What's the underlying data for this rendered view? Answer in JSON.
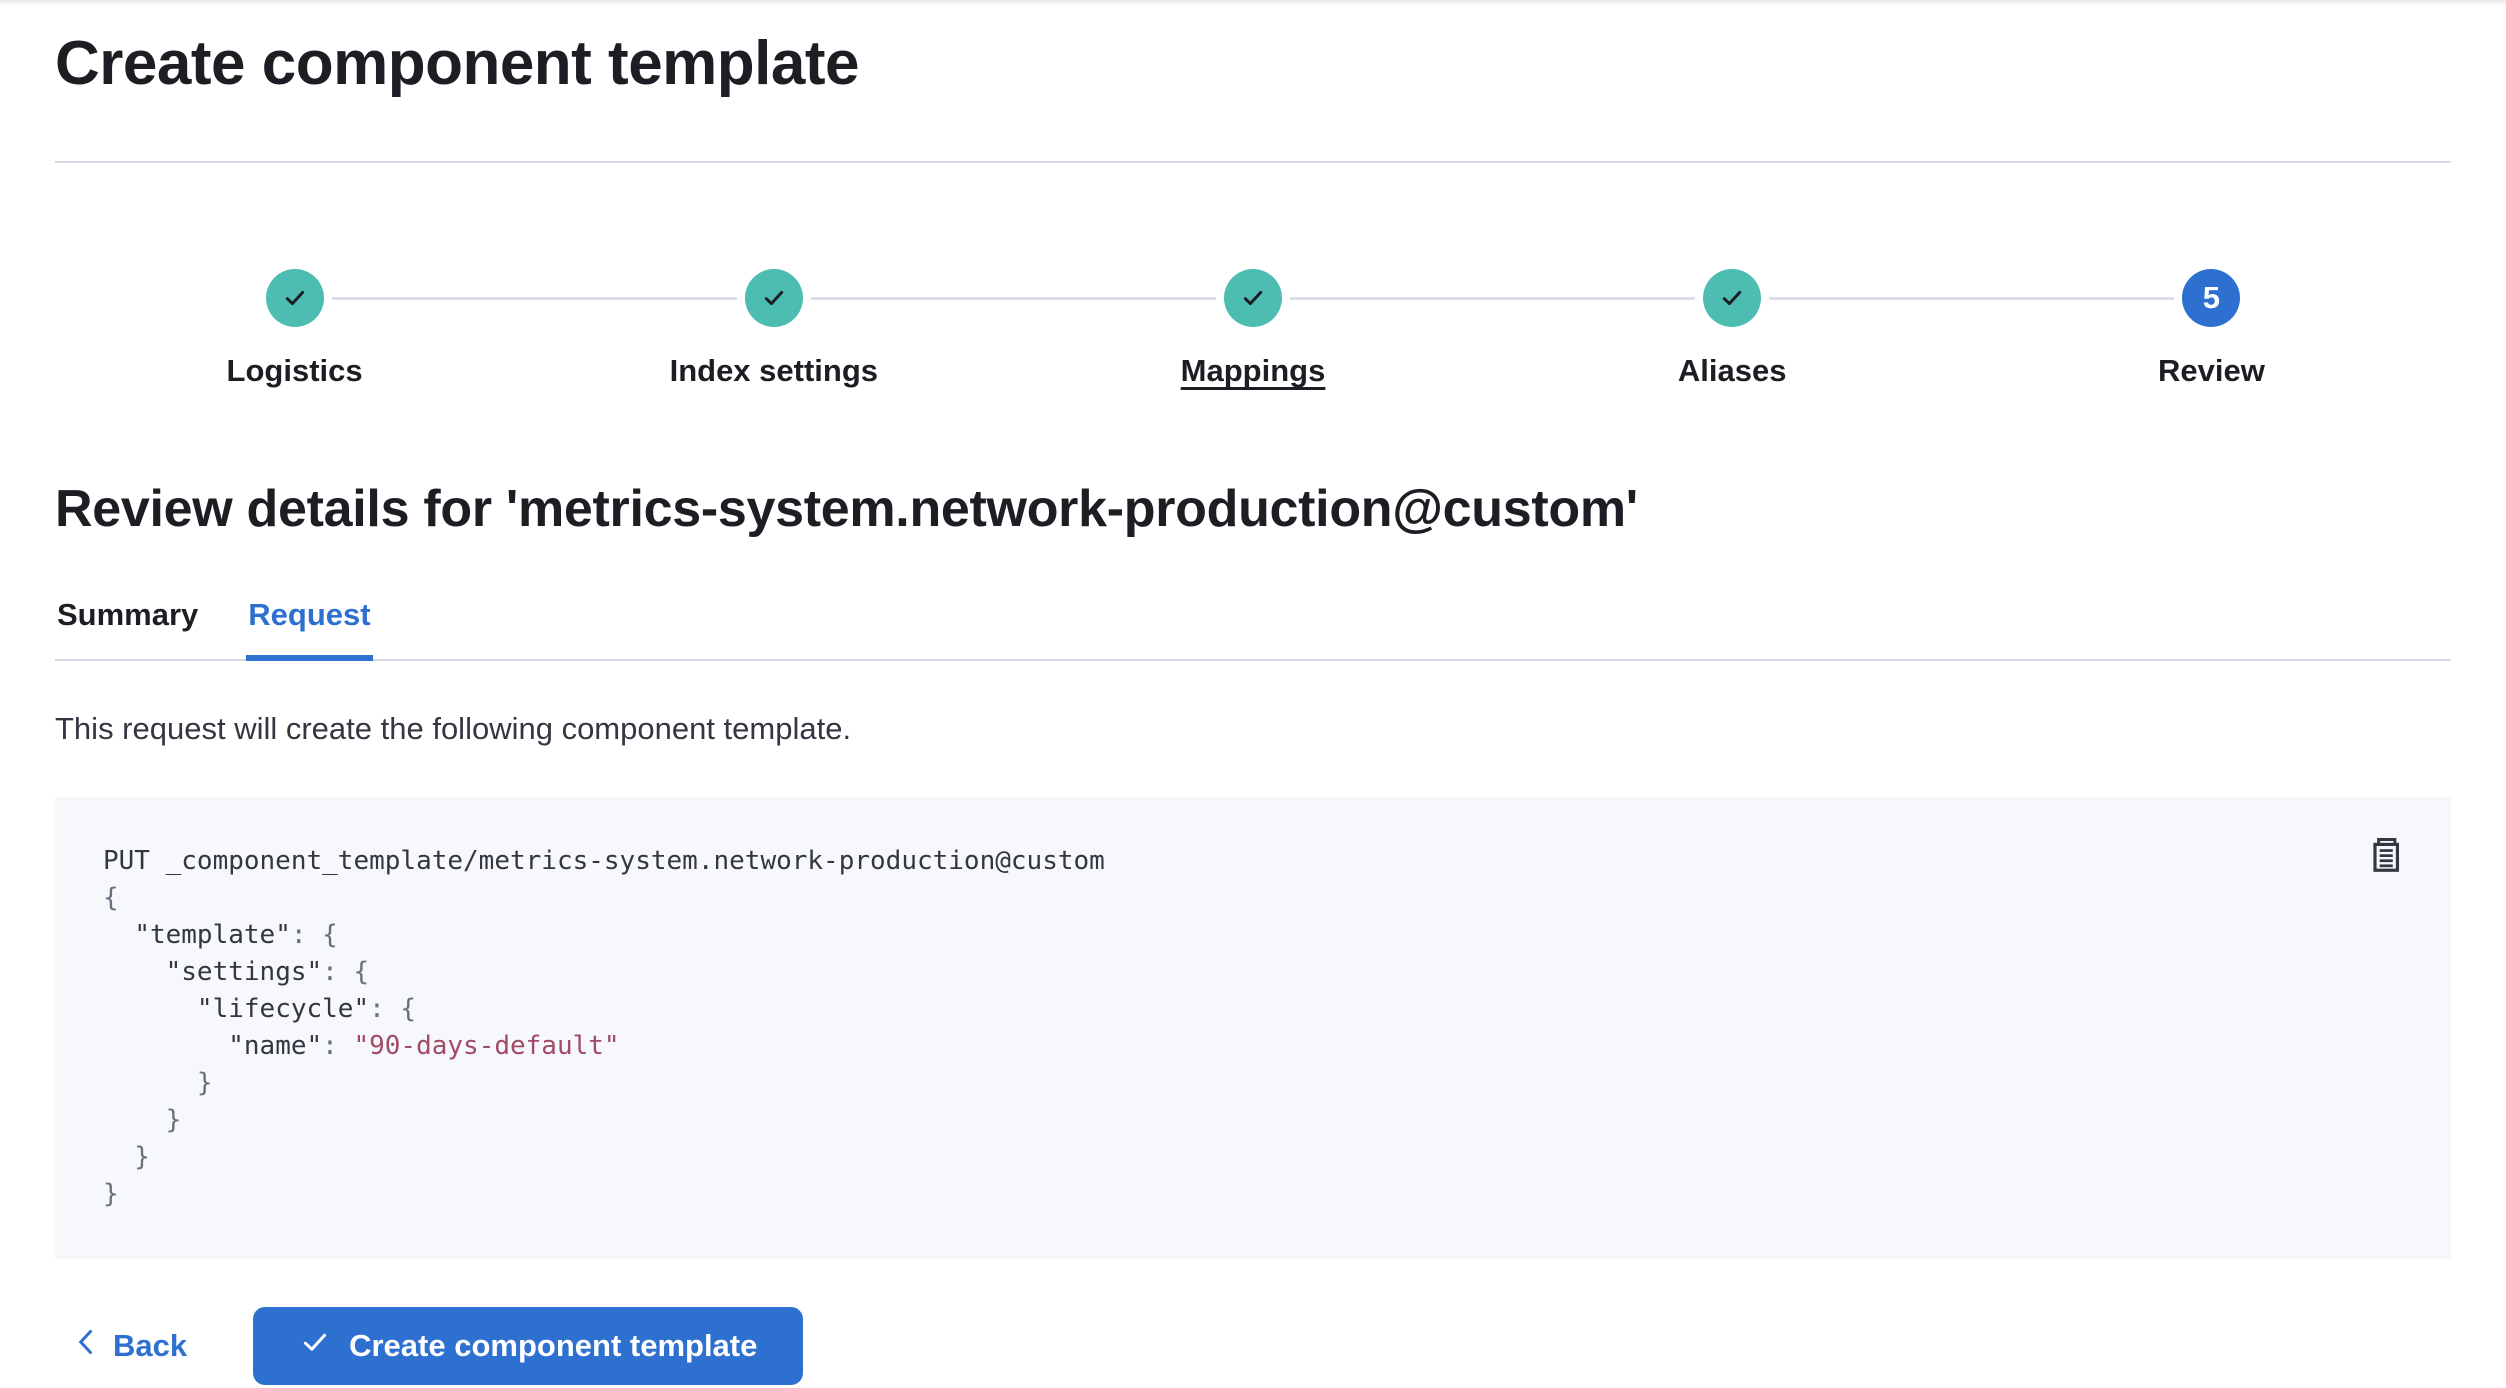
{
  "page": {
    "title": "Create component template"
  },
  "stepper": {
    "steps": [
      {
        "label": "Logistics",
        "status": "complete",
        "underlined": false
      },
      {
        "label": "Index settings",
        "status": "complete",
        "underlined": false
      },
      {
        "label": "Mappings",
        "status": "complete",
        "underlined": true
      },
      {
        "label": "Aliases",
        "status": "complete",
        "underlined": false
      },
      {
        "label": "Review",
        "status": "current",
        "number": "5",
        "underlined": false
      }
    ]
  },
  "review": {
    "heading": "Review details for 'metrics-system.network-production@custom'",
    "tabs": [
      {
        "label": "Summary",
        "active": false
      },
      {
        "label": "Request",
        "active": true
      }
    ],
    "description": "This request will create the following component template."
  },
  "code": {
    "copy_icon": "copy-clipboard-icon",
    "lines": [
      [
        {
          "t": "plain",
          "v": "PUT _component_template/metrics-system.network-production@custom"
        }
      ],
      [
        {
          "t": "p",
          "v": "{"
        }
      ],
      [
        {
          "t": "p",
          "v": "  "
        },
        {
          "t": "k",
          "v": "\"template\""
        },
        {
          "t": "p",
          "v": ": {"
        }
      ],
      [
        {
          "t": "p",
          "v": "    "
        },
        {
          "t": "k",
          "v": "\"settings\""
        },
        {
          "t": "p",
          "v": ": {"
        }
      ],
      [
        {
          "t": "p",
          "v": "      "
        },
        {
          "t": "k",
          "v": "\"lifecycle\""
        },
        {
          "t": "p",
          "v": ": {"
        }
      ],
      [
        {
          "t": "p",
          "v": "        "
        },
        {
          "t": "k",
          "v": "\"name\""
        },
        {
          "t": "p",
          "v": ": "
        },
        {
          "t": "s",
          "v": "\"90-days-default\""
        }
      ],
      [
        {
          "t": "p",
          "v": "      }"
        }
      ],
      [
        {
          "t": "p",
          "v": "    }"
        }
      ],
      [
        {
          "t": "p",
          "v": "  }"
        }
      ],
      [
        {
          "t": "p",
          "v": "}"
        }
      ]
    ]
  },
  "footer": {
    "back_label": "Back",
    "create_label": "Create component template"
  },
  "colors": {
    "accent": "#2e70d0",
    "success": "#4dbdb2",
    "border": "#d3dae6",
    "code_background": "#f6f8fb",
    "code_string": "#a34a68",
    "code_punctuation": "#69707d",
    "text": "#1d1e24",
    "text_secondary": "#343741"
  }
}
